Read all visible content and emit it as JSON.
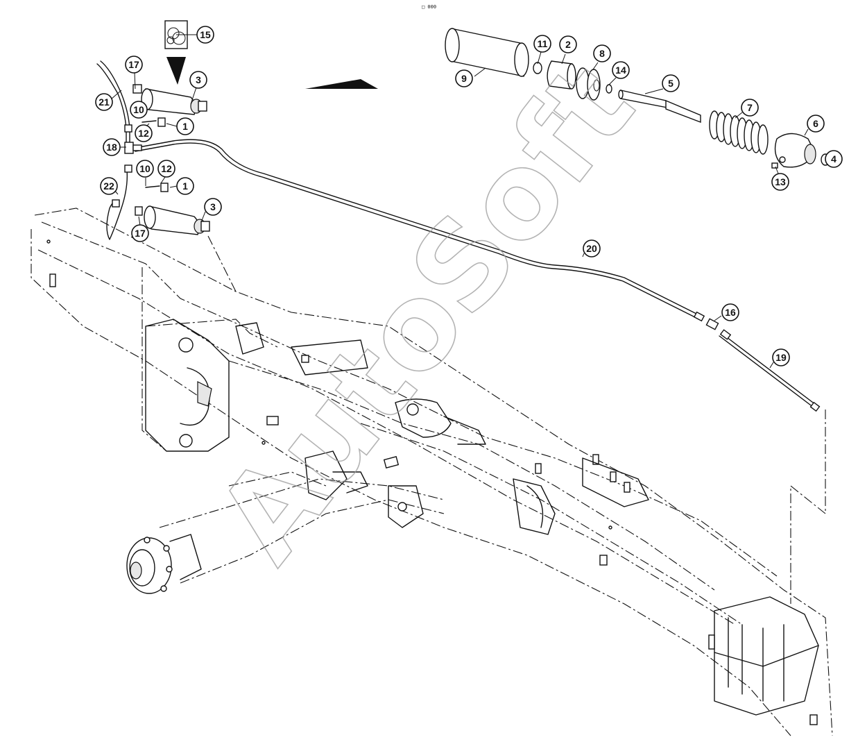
{
  "drawing_code": "□ 000",
  "watermark": "AutoSoft",
  "callouts": [
    {
      "num": "1"
    },
    {
      "num": "2"
    },
    {
      "num": "3"
    },
    {
      "num": "4"
    },
    {
      "num": "5"
    },
    {
      "num": "6"
    },
    {
      "num": "7"
    },
    {
      "num": "8"
    },
    {
      "num": "9"
    },
    {
      "num": "10"
    },
    {
      "num": "11"
    },
    {
      "num": "12"
    },
    {
      "num": "13"
    },
    {
      "num": "14"
    },
    {
      "num": "15"
    },
    {
      "num": "16"
    },
    {
      "num": "17"
    },
    {
      "num": "18"
    },
    {
      "num": "19"
    },
    {
      "num": "20"
    },
    {
      "num": "21"
    },
    {
      "num": "22"
    },
    {
      "num": "1"
    },
    {
      "num": "3"
    },
    {
      "num": "10"
    },
    {
      "num": "12"
    },
    {
      "num": "17"
    }
  ]
}
